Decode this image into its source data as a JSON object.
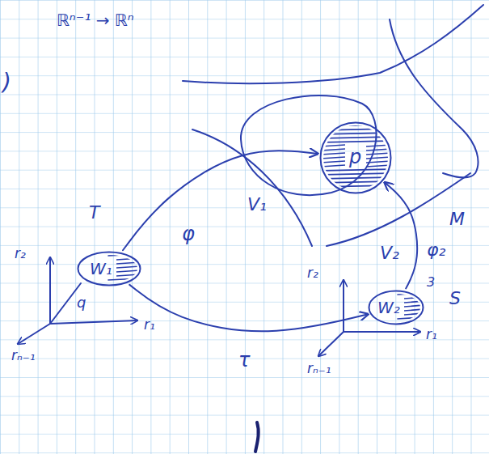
{
  "diagram": {
    "nodes": [
      {
        "text": [
          "W₁"
        ]
      },
      {
        "text": [
          "p"
        ]
      },
      {
        "text": [
          "W₂"
        ]
      }
    ],
    "edges": [
      {
        "from": 0,
        "to": 1,
        "arrow": "to",
        "label": "φ"
      },
      {
        "from": 2,
        "to": 1,
        "arrow": "to",
        "label": "φ₂"
      },
      {
        "from": 0,
        "to": 2,
        "arrow": "to",
        "label": "τ"
      }
    ],
    "labels": [
      "ℝⁿ⁻¹ → ℝⁿ",
      ")",
      "T",
      "V₁",
      "M",
      "V₂",
      "S",
      "r₂",
      "r₁",
      "rₙ₋₁",
      "q",
      "r₂",
      "r₁",
      "rₙ₋₁",
      "3"
    ]
  }
}
